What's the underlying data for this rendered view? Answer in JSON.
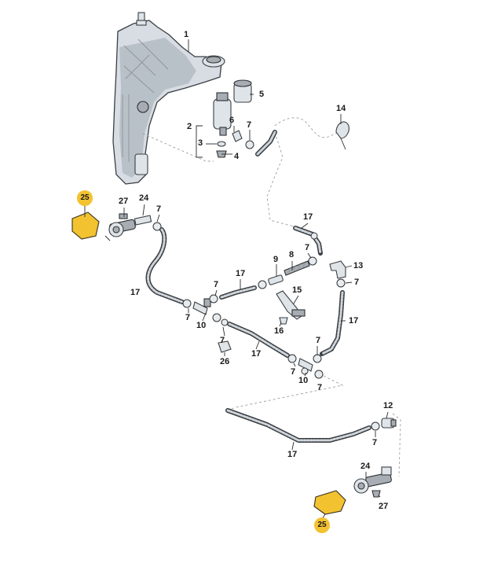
{
  "callouts": [
    {
      "id": "c1",
      "label": "1"
    },
    {
      "id": "c2",
      "label": "2"
    },
    {
      "id": "c3",
      "label": "3"
    },
    {
      "id": "c4",
      "label": "4"
    },
    {
      "id": "c5",
      "label": "5"
    },
    {
      "id": "c6",
      "label": "6"
    },
    {
      "id": "c7a",
      "label": "7"
    },
    {
      "id": "c14",
      "label": "14"
    },
    {
      "id": "c25a",
      "label": "25",
      "highlight": true
    },
    {
      "id": "c27a",
      "label": "27"
    },
    {
      "id": "c24a",
      "label": "24"
    },
    {
      "id": "c7b",
      "label": "7"
    },
    {
      "id": "c17a",
      "label": "17"
    },
    {
      "id": "c7c",
      "label": "7"
    },
    {
      "id": "c8",
      "label": "8"
    },
    {
      "id": "c9",
      "label": "9"
    },
    {
      "id": "c17b",
      "label": "17"
    },
    {
      "id": "c13",
      "label": "13"
    },
    {
      "id": "c7d",
      "label": "7"
    },
    {
      "id": "c17c",
      "label": "17"
    },
    {
      "id": "c7e",
      "label": "7"
    },
    {
      "id": "c15",
      "label": "15"
    },
    {
      "id": "c7f",
      "label": "7"
    },
    {
      "id": "c10a",
      "label": "10"
    },
    {
      "id": "c7g",
      "label": "7"
    },
    {
      "id": "c16",
      "label": "16"
    },
    {
      "id": "c17d",
      "label": "17"
    },
    {
      "id": "c17e",
      "label": "17"
    },
    {
      "id": "c26",
      "label": "26"
    },
    {
      "id": "c7h",
      "label": "7"
    },
    {
      "id": "c7i",
      "label": "7"
    },
    {
      "id": "c10b",
      "label": "10"
    },
    {
      "id": "c7j",
      "label": "7"
    },
    {
      "id": "c12",
      "label": "12"
    },
    {
      "id": "c7k",
      "label": "7"
    },
    {
      "id": "c17f",
      "label": "17"
    },
    {
      "id": "c24b",
      "label": "24"
    },
    {
      "id": "c27b",
      "label": "27"
    },
    {
      "id": "c25b",
      "label": "25",
      "highlight": true
    }
  ],
  "colors": {
    "highlight": "#f2c230",
    "line": "#2b2b2b",
    "part_fill": "#dfe4e8"
  }
}
